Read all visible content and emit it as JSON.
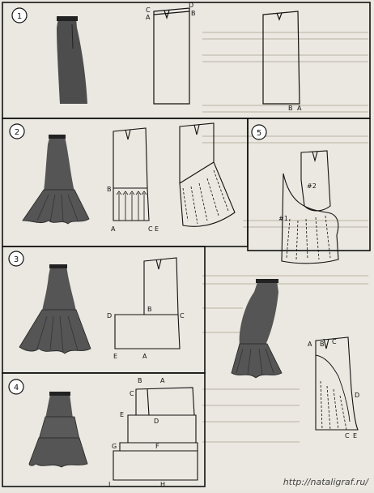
{
  "panels": [
    {
      "number": "1",
      "labels": [
        "C",
        "A",
        "D",
        "B",
        "B",
        "A"
      ]
    },
    {
      "number": "2",
      "labels": [
        "B",
        "A",
        "C",
        "E"
      ]
    },
    {
      "number": "3",
      "labels": [
        "D",
        "B",
        "C",
        "E",
        "A"
      ]
    },
    {
      "number": "4",
      "labels": [
        "C",
        "B",
        "A",
        "E",
        "D",
        "G",
        "F",
        "I",
        "H"
      ]
    },
    {
      "number": "5",
      "labels": [
        "#2",
        "#1",
        "A",
        "B",
        "C",
        "D",
        "C",
        "E"
      ]
    }
  ],
  "watermark": "http://nataligraf.ru/"
}
